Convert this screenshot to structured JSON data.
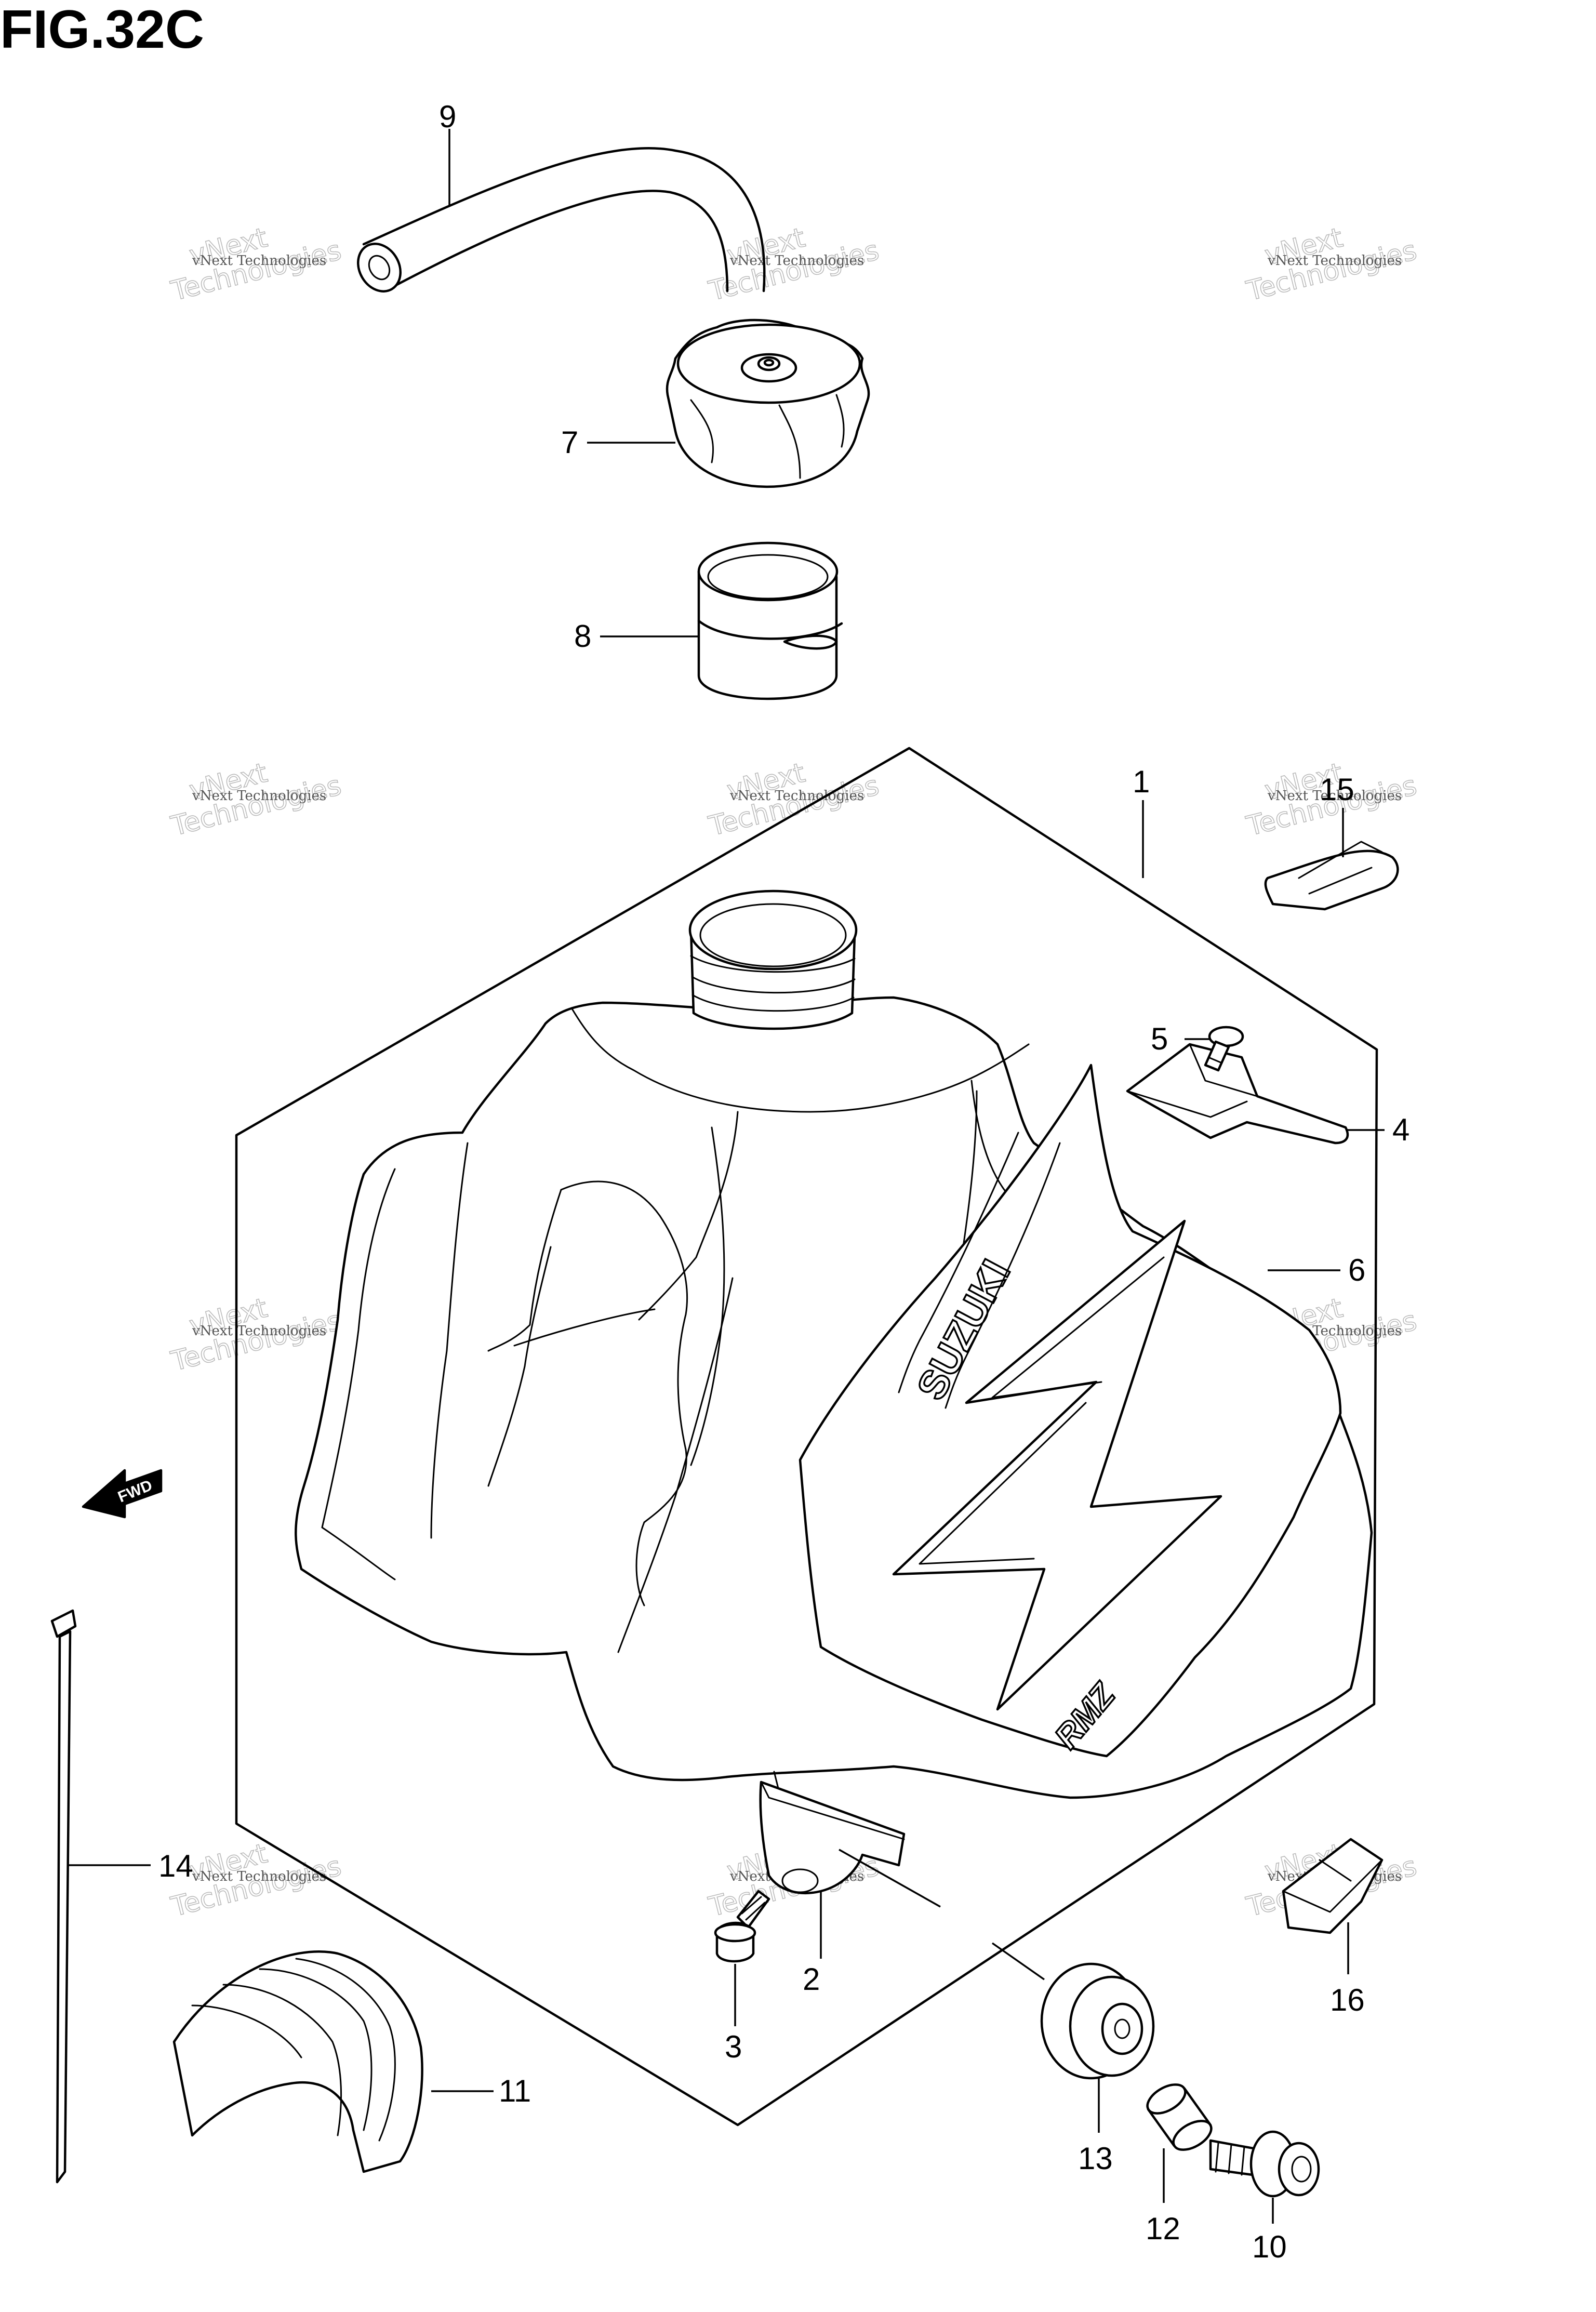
{
  "figure": {
    "title": "FIG.32C"
  },
  "callouts": [
    "1",
    "2",
    "3",
    "4",
    "5",
    "6",
    "7",
    "8",
    "9",
    "10",
    "11",
    "12",
    "13",
    "14",
    "15",
    "16"
  ],
  "logo": {
    "brand": "SUZUKI",
    "model": "RMZ",
    "fwd": "FWD"
  },
  "watermark": {
    "line1": "vNext Technologies",
    "line2": "Technologies",
    "line3": "vNext"
  }
}
